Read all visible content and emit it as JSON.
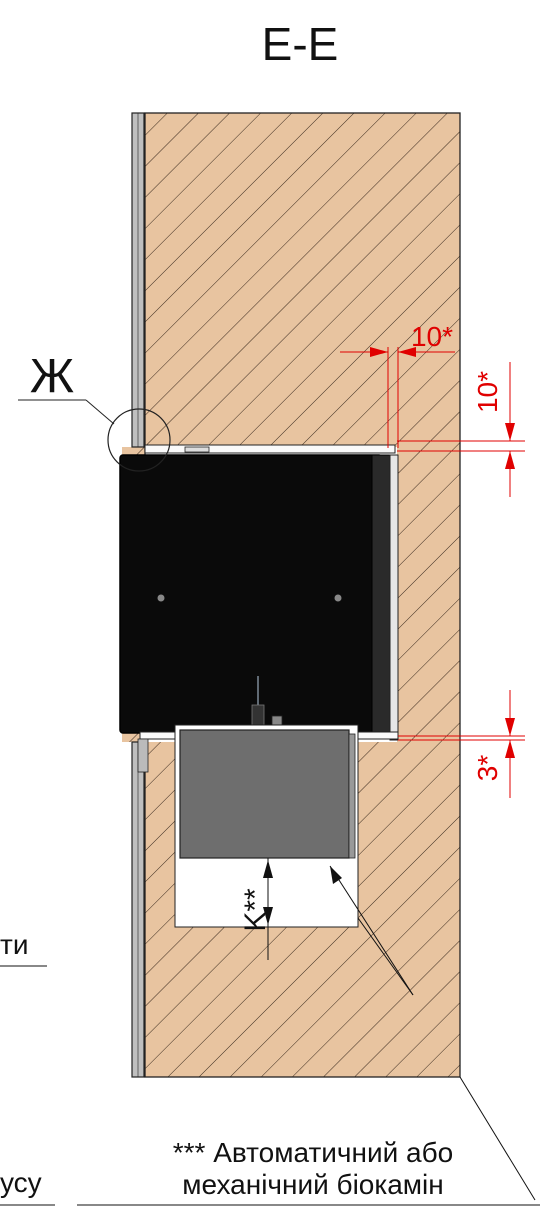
{
  "section_title": "Е-Е",
  "detail_callout": "Ж",
  "dimensions": {
    "top_horizontal": "10*",
    "top_vertical": "10*",
    "bottom_vertical": "3*",
    "k_clearance": "K**"
  },
  "notes": {
    "burner_line1": "*** Автоматичний або",
    "burner_line2": "механічний біокамін",
    "left_cut_top": "ти",
    "left_cut_bottom": "усу"
  },
  "colors": {
    "wall_fill": "#e8c4a0",
    "hatch": "#3a2a1e",
    "firebox": "#0a0a0a",
    "burner": "#6e6e6e",
    "dimension_red": "#e00000",
    "cladding": "#bfbfbf"
  }
}
